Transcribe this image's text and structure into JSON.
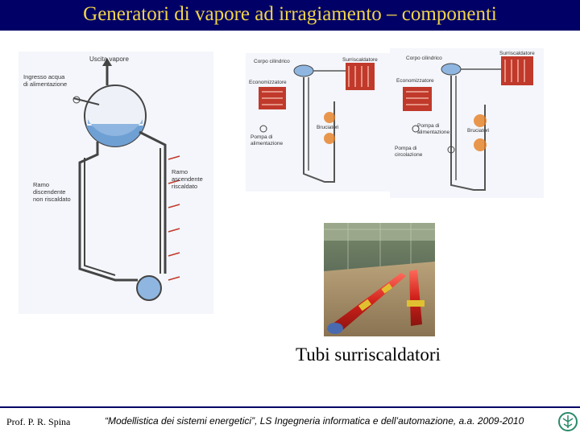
{
  "title": "Generatori di vapore ad irragiamento – componenti",
  "left_diagram": {
    "labels": {
      "steam_out": "Uscita vapore",
      "water_in_1": "Ingresso acqua",
      "water_in_2": "di alimentazione",
      "downcomer_1": "Ramo",
      "downcomer_2": "discendente",
      "downcomer_3": "non riscaldato",
      "riser_1": "Ramo",
      "riser_2": "ascendente",
      "riser_3": "riscaldato"
    }
  },
  "boiler_a": {
    "labels": {
      "drum": "Corpo cilindrico",
      "superheater": "Surriscaldatore",
      "economizer": "Economizzatore",
      "burners": "Bruciatori",
      "feed_pump_1": "Pompa di",
      "feed_pump_2": "alimentazione"
    }
  },
  "boiler_b": {
    "labels": {
      "drum": "Corpo cilindrico",
      "superheater": "Surriscaldatore",
      "economizer": "Economizzatore",
      "burners": "Bruciatori",
      "feed_pump_1": "Pompa di",
      "feed_pump_2": "alimentazione",
      "circ_pump_1": "Pompa di",
      "circ_pump_2": "circolazione"
    }
  },
  "caption": "Tubi surriscaldatori",
  "footer": {
    "author": "Prof. P. R. Spina",
    "course": "“Modellistica dei sistemi energetici”, LS Ingegneria informatica e dell’automazione, a.a. 2009-2010"
  },
  "colors": {
    "title_bg": "#000066",
    "title_text": "#f0d44a",
    "superheater_red": "#c0392b",
    "water_blue": "#5b8fc9"
  }
}
